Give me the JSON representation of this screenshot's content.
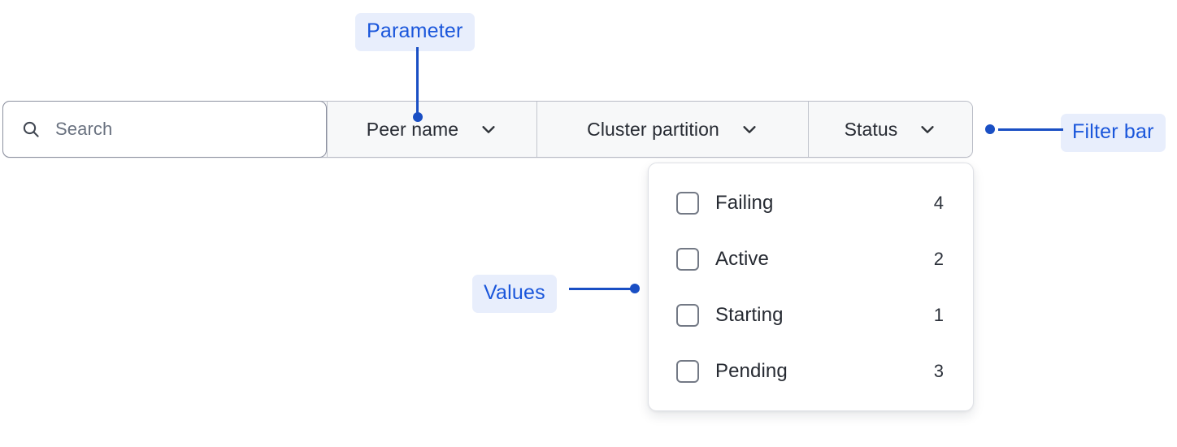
{
  "filter_bar": {
    "search": {
      "icon": "search-icon",
      "placeholder": "Search",
      "value": ""
    },
    "segments": [
      {
        "label": "Peer name",
        "icon": "chevron-down-icon"
      },
      {
        "label": "Cluster partition",
        "icon": "chevron-down-icon"
      },
      {
        "label": "Status",
        "icon": "chevron-down-icon"
      }
    ]
  },
  "dropdown": {
    "open_for": "Status",
    "items": [
      {
        "label": "Failing",
        "count": "4",
        "checked": false
      },
      {
        "label": "Active",
        "count": "2",
        "checked": false
      },
      {
        "label": "Starting",
        "count": "1",
        "checked": false
      },
      {
        "label": "Pending",
        "count": "3",
        "checked": false
      }
    ]
  },
  "annotations": {
    "parameter": "Parameter",
    "values": "Values",
    "filter_bar": "Filter bar"
  },
  "colors": {
    "annotation_text": "#1a56db",
    "annotation_badge_bg": "#e8eefc",
    "annotation_line": "#1a4fc4",
    "segment_bg": "#f7f8f9",
    "bar_border": "#b9bcc6",
    "search_border": "#8d91a0",
    "panel_border": "#dfe1e6",
    "text_primary": "#262a32",
    "text_placeholder": "#6a7280"
  }
}
